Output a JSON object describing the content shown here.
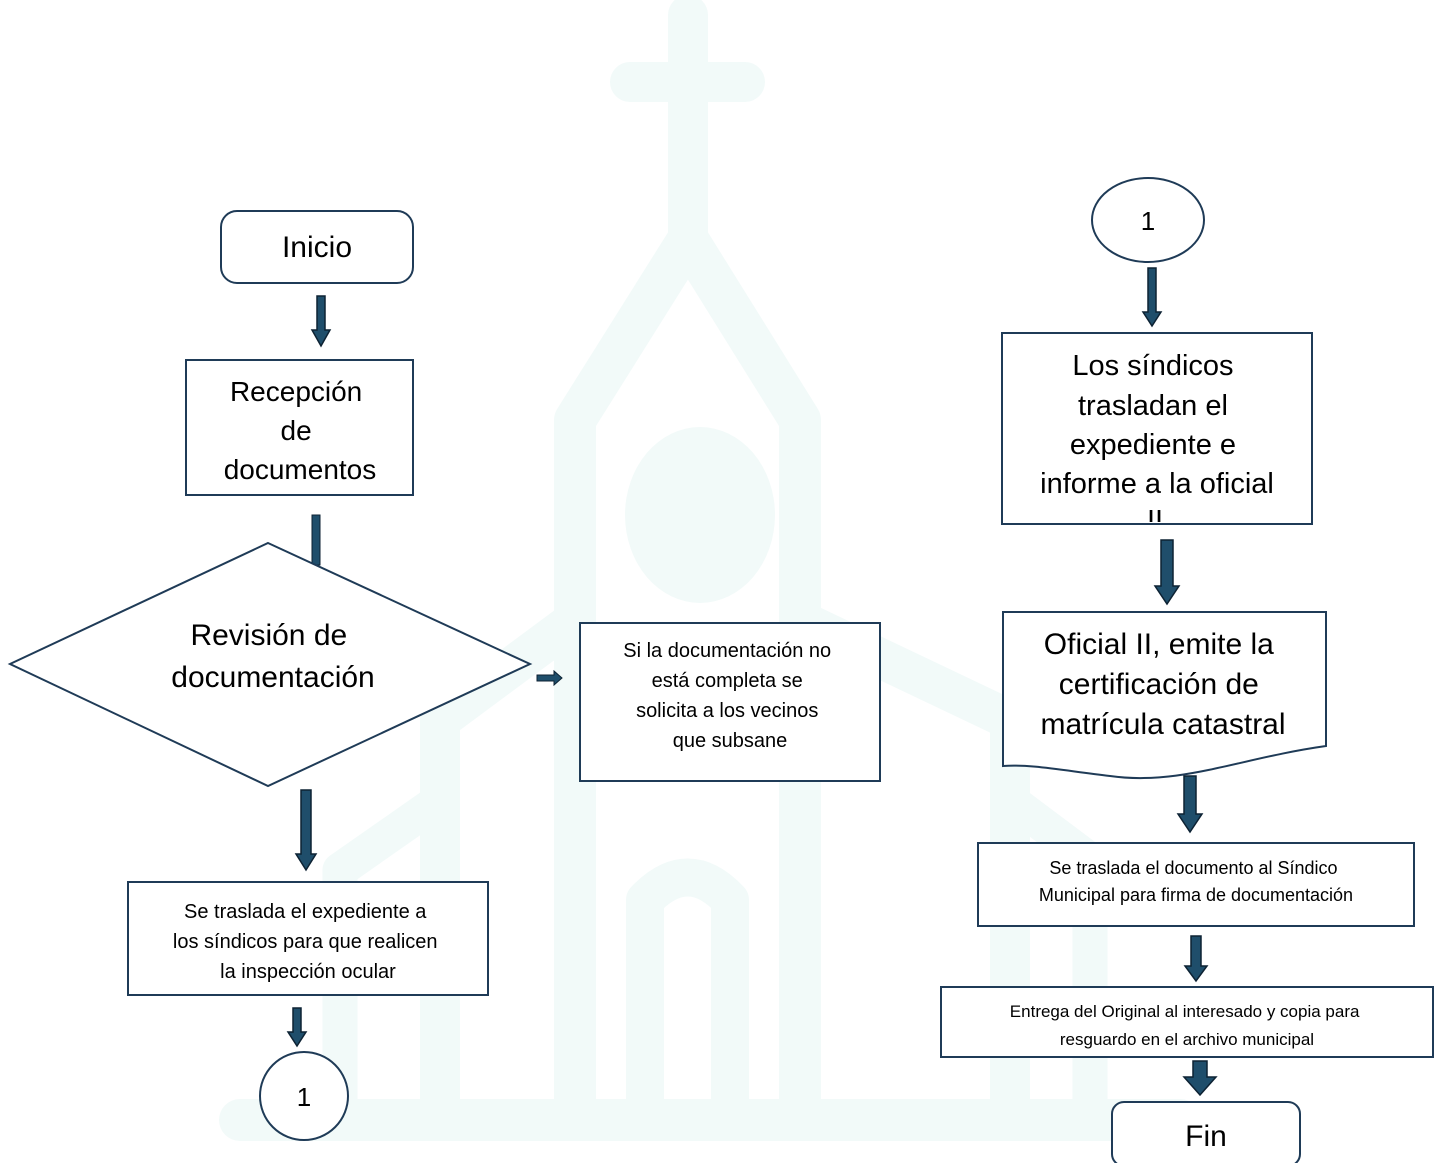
{
  "colors": {
    "box_stroke": "#1f3b57",
    "arrow_fill": "#1f4e6b",
    "arrow_stroke": "#0d2233",
    "watermark": "#f2faf9"
  },
  "watermark": {
    "icon": "church-icon"
  },
  "flow": {
    "start": {
      "label": "Inicio"
    },
    "reception": {
      "lines": [
        "Recepción",
        "de",
        "documentos"
      ]
    },
    "review": {
      "lines": [
        "Revisión de",
        "documentación"
      ]
    },
    "incomplete_note": {
      "lines": [
        "Si la documentación no",
        "está completa se",
        "solicita a los vecinos",
        "que subsane"
      ]
    },
    "transfer_to_syndics": {
      "lines": [
        "Se traslada el expediente a",
        "los síndicos para que realicen",
        "la inspección ocular"
      ]
    },
    "connector_out": {
      "label": "1"
    },
    "connector_in": {
      "label": "1"
    },
    "syndics_report": {
      "lines": [
        "Los síndicos",
        "trasladan el",
        "expediente e",
        "informe a la oficial"
      ],
      "clipped_line": "II"
    },
    "certification_document": {
      "lines": [
        "Oficial II, emite la",
        "certificación de",
        "matrícula catastral"
      ]
    },
    "signature": {
      "lines": [
        "Se traslada el documento al Síndico",
        "Municipal para firma de documentación"
      ]
    },
    "delivery": {
      "lines": [
        "Entrega del Original al interesado y copia para",
        "resguardo en el archivo municipal"
      ]
    },
    "end": {
      "label": "Fin"
    }
  }
}
